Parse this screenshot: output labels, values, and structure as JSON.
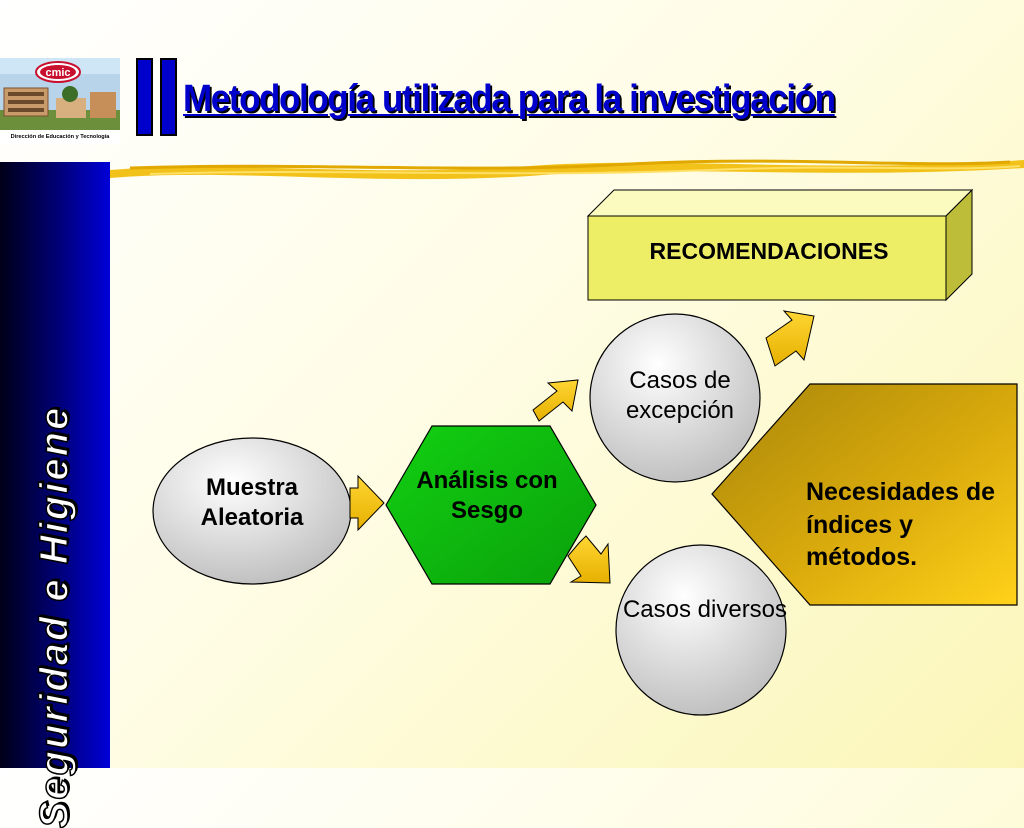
{
  "header": {
    "title": "Metodología utilizada para la investigación",
    "logo": {
      "badge_text": "cmic",
      "caption": "Dirección de Educación y Tecnología"
    }
  },
  "sidebar": {
    "text": "Seguridad e Higiene"
  },
  "diagram": {
    "nodes": {
      "muestra": "Muestra Aleatoria",
      "analisis": "Análisis con Sesgo",
      "excepcion": "Casos de excepción",
      "diversos": "Casos diversos",
      "recomendaciones": "RECOMENDACIONES",
      "necesidades": "Necesidades de índices y métodos."
    }
  },
  "colors": {
    "title_blue": "#0000cc",
    "hexagon_green": "#11c011",
    "arrow_yellow": "#f2c21a",
    "box_yellow": "#eeee66",
    "pentagon_gold": "#d9aa0c",
    "sidebar_navy": "#00007a"
  },
  "icons": [
    "cmic-logo-icon",
    "arrow-right-icon",
    "arrow-up-right-icon",
    "arrow-down-right-icon"
  ]
}
